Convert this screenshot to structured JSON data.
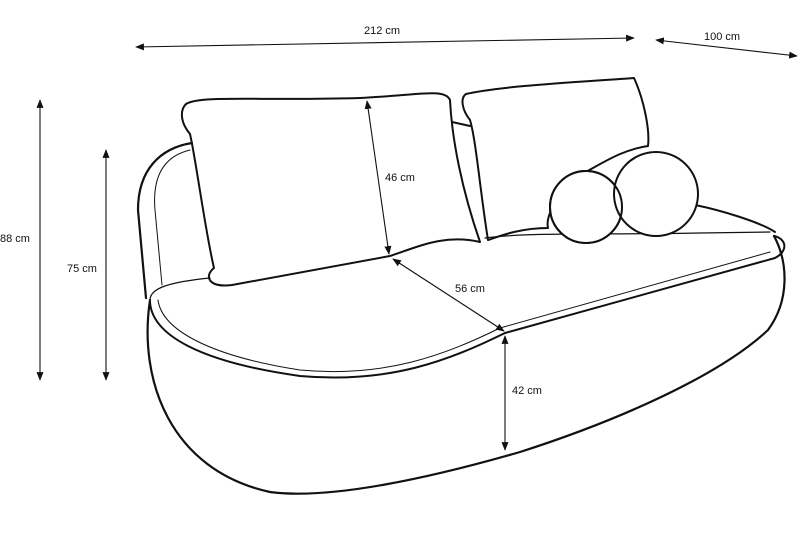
{
  "dimensions": {
    "width": "212 cm",
    "depth": "100 cm",
    "total_height": "88 cm",
    "back_height": "75 cm",
    "cushion_height": "46 cm",
    "seat_depth": "56 cm",
    "seat_height": "42 cm"
  },
  "colors": {
    "line": "#111111",
    "background": "#ffffff"
  }
}
